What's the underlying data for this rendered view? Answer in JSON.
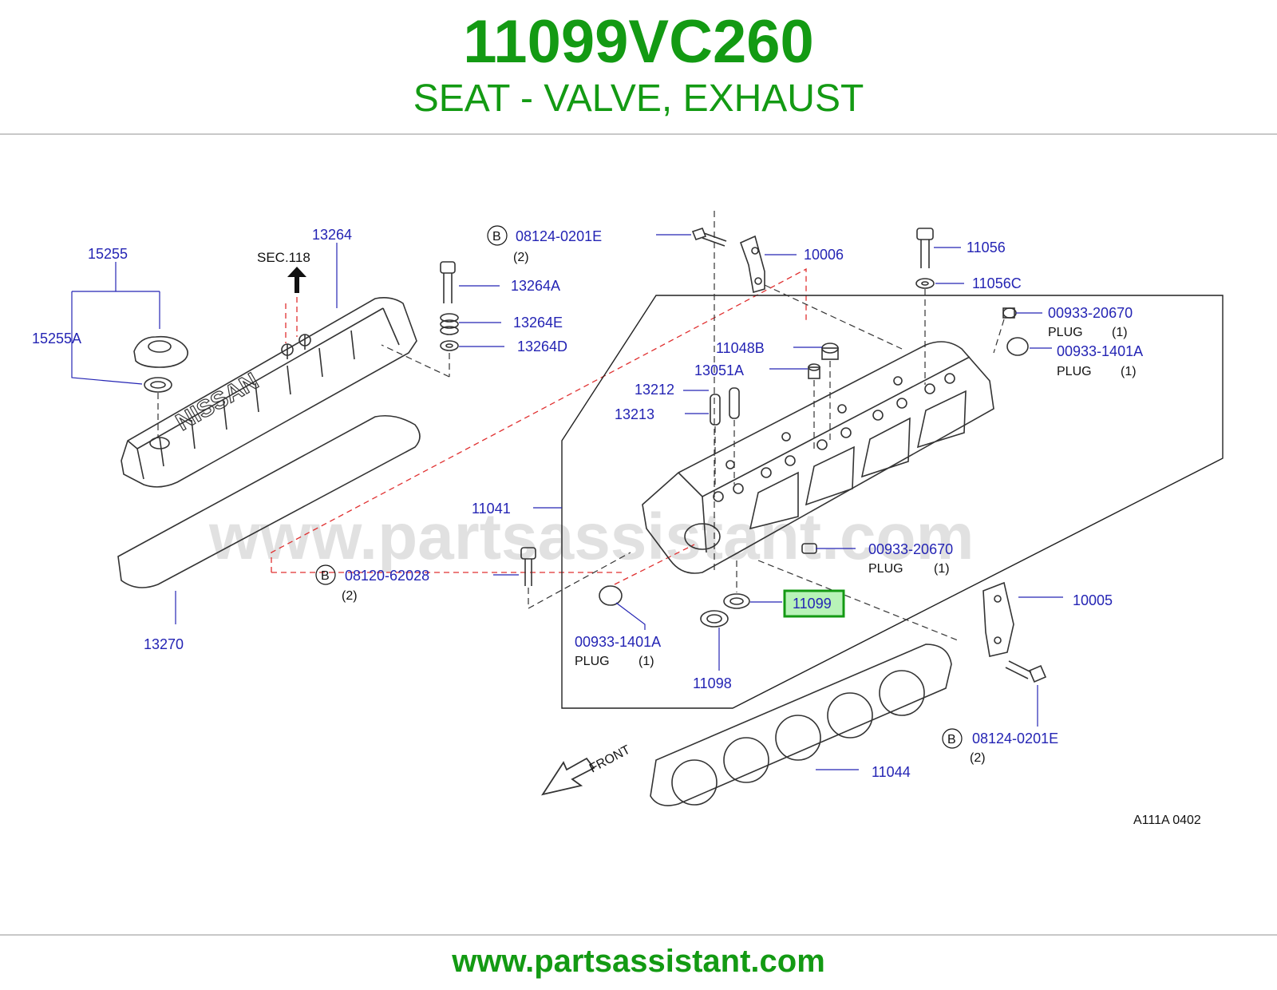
{
  "header": {
    "part_number": "11099VC260",
    "description": "SEAT - VALVE, EXHAUST"
  },
  "footer": {
    "url": "www.partsassistant.com"
  },
  "diagram": {
    "watermark": "www.partsassistant.com",
    "sec_label": "SEC.118",
    "front_label": "FRONT",
    "diagram_code": "A111A  0402",
    "bolt_marker": "B",
    "highlight_color": "#139a13",
    "label_color": "#2424b4",
    "labels": {
      "p15255": "15255",
      "p15255A": "15255A",
      "p13264": "13264",
      "p13264A": "13264A",
      "p13264E": "13264E",
      "p13264D": "13264D",
      "p13270": "13270",
      "p08124_top": "08124-0201E",
      "p08124_top_qty": "(2)",
      "p10006": "10006",
      "p11056": "11056",
      "p11056C": "11056C",
      "p00933_20670_top": "00933-20670",
      "plug_top_1": "PLUG",
      "plug_top_1_qty": "(1)",
      "p00933_1401A_top": "00933-1401A",
      "plug_top_2": "PLUG",
      "plug_top_2_qty": "(1)",
      "p11048B": "11048B",
      "p13051A": "13051A",
      "p13212": "13212",
      "p13213": "13213",
      "p11041": "11041",
      "p00933_20670_mid": "00933-20670",
      "plug_mid": "PLUG",
      "plug_mid_qty": "(1)",
      "p08120": "08120-62028",
      "p08120_qty": "(2)",
      "p11099": "11099",
      "p10005": "10005",
      "p00933_1401A_bot": "00933-1401A",
      "plug_bot": "PLUG",
      "plug_bot_qty": "(1)",
      "p11098": "11098",
      "p08124_bot": "08124-0201E",
      "p08124_bot_qty": "(2)",
      "p11044": "11044"
    }
  }
}
